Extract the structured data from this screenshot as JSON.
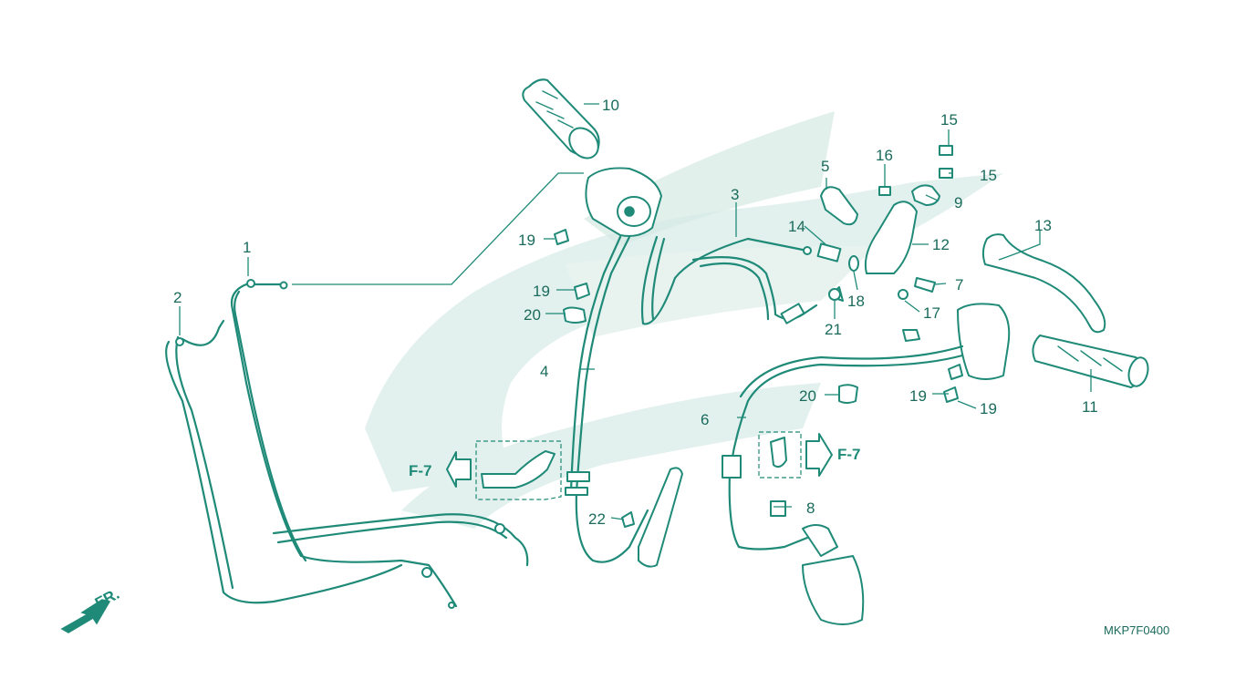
{
  "diagram": {
    "drawing_code": "MKP7F0400",
    "front_label": "FR.",
    "ref_left": "F-7",
    "ref_right": "F-7",
    "colors": {
      "line": "#1f8a78",
      "watermark": "#e3f1ee",
      "text": "#1a6b5c"
    },
    "callouts": {
      "c1": "1",
      "c2": "2",
      "c3": "3",
      "c4": "4",
      "c5": "5",
      "c6": "6",
      "c7": "7",
      "c8": "8",
      "c9": "9",
      "c10": "10",
      "c11": "11",
      "c12": "12",
      "c13": "13",
      "c14": "14",
      "c15a": "15",
      "c15b": "15",
      "c16": "16",
      "c17": "17",
      "c18": "18",
      "c19a": "19",
      "c19b": "19",
      "c19c": "19",
      "c19d": "19",
      "c20a": "20",
      "c20b": "20",
      "c21": "21",
      "c22": "22"
    }
  }
}
